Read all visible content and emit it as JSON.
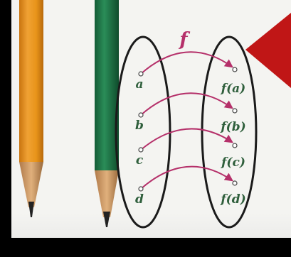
{
  "function_label": "f",
  "domain_elements": [
    "a",
    "b",
    "c",
    "d"
  ],
  "codomain_elements": [
    "f(a)",
    "f(b)",
    "f(c)",
    "f(d)"
  ],
  "colors": {
    "arrow": "#b5306a",
    "function_label": "#b5306a",
    "element_text": "#2f5f3c",
    "oval": "#1a1a1a",
    "pencil_orange": "#e8941a",
    "pencil_green": "#1f7a4a",
    "pointer_red": "#c01616"
  }
}
